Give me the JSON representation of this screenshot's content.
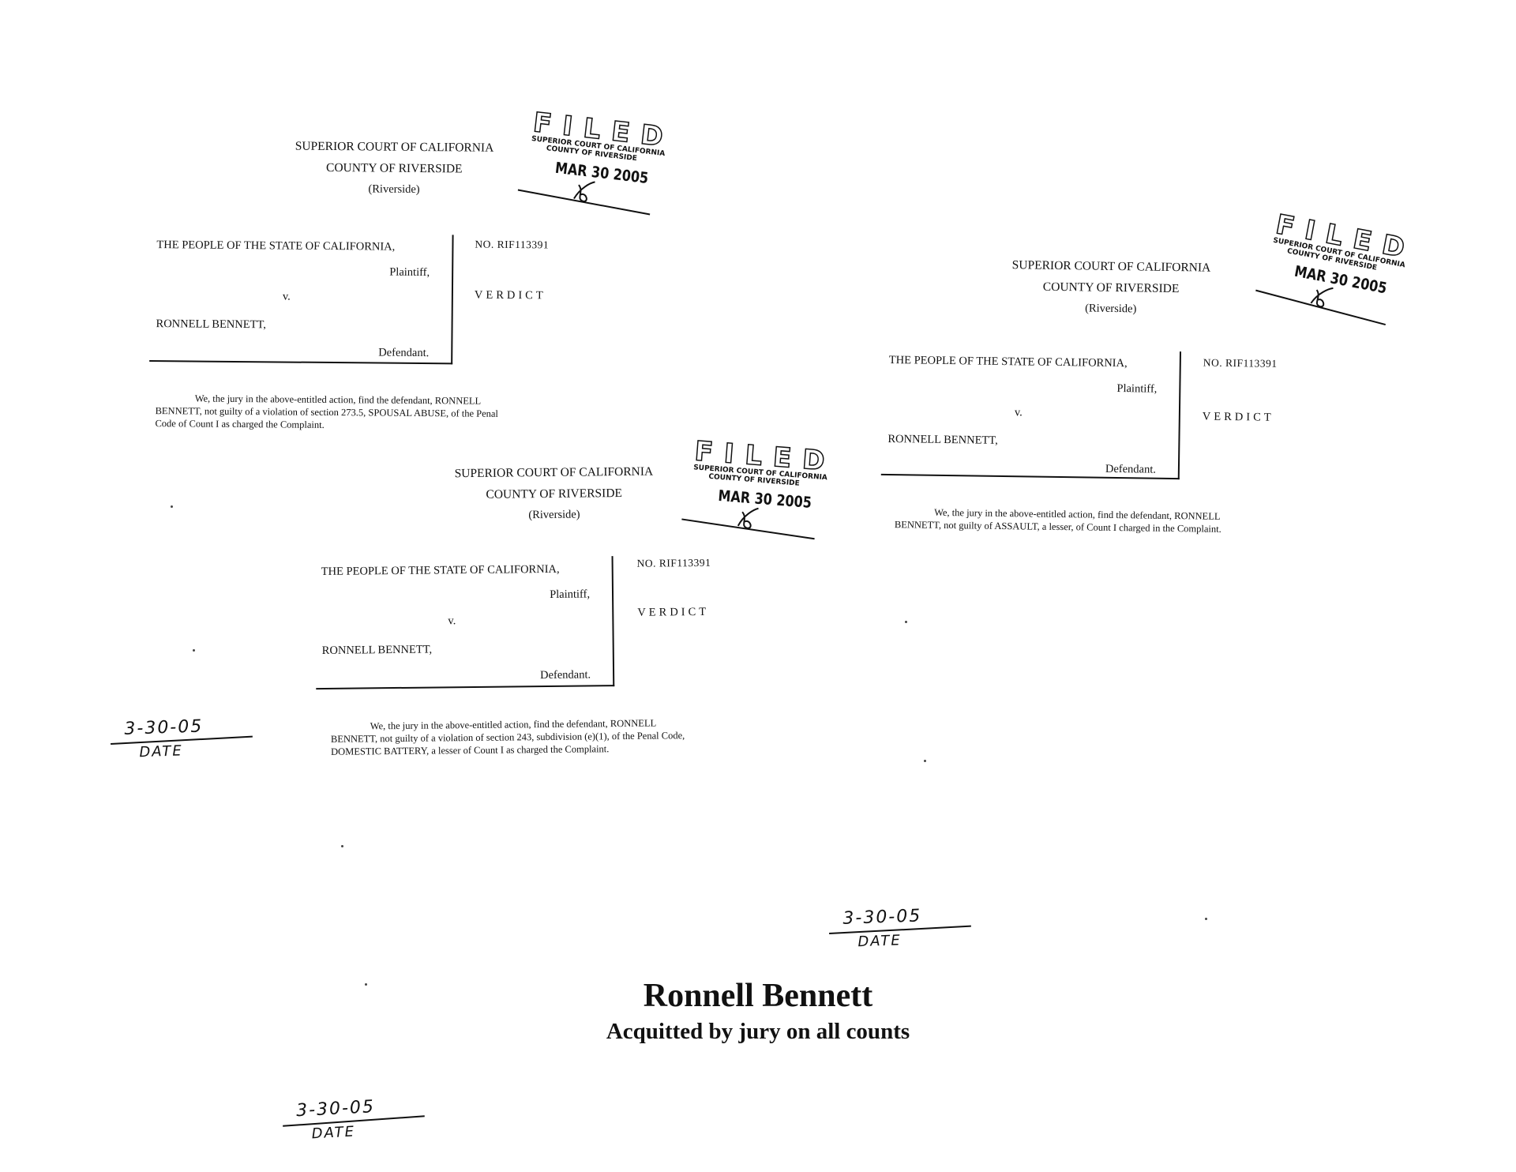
{
  "verdicts": [
    {
      "court": "SUPERIOR COURT OF CALIFORNIA",
      "county": "COUNTY OF RIVERSIDE",
      "venue": "(Riverside)",
      "people": "THE PEOPLE OF THE STATE OF CALIFORNIA,",
      "plaintiff_label": "Plaintiff,",
      "versus": "v.",
      "defendant_name": "RONNELL BENNETT,",
      "defendant_label": "Defendant.",
      "case_no": "NO. RIF113391",
      "title": "VERDICT",
      "text_lines": [
        "We, the jury in the above-entitled action, find the defendant, RONNELL",
        "BENNETT, not guilty of a violation of section 273.5, SPOUSAL ABUSE, of the Penal",
        "Code of Count I as charged the Complaint."
      ],
      "stamp": {
        "word": "FILED",
        "court": "SUPERIOR COURT OF CALIFORNIA",
        "county": "COUNTY OF RIVERSIDE",
        "date": "MAR 30 2005"
      },
      "signed_date": "3-30-05",
      "date_label": "DATE"
    },
    {
      "court": "SUPERIOR COURT OF CALIFORNIA",
      "county": "COUNTY OF RIVERSIDE",
      "venue": "(Riverside)",
      "people": "THE PEOPLE OF THE STATE OF CALIFORNIA,",
      "plaintiff_label": "Plaintiff,",
      "versus": "v.",
      "defendant_name": "RONNELL BENNETT,",
      "defendant_label": "Defendant.",
      "case_no": "NO. RIF113391",
      "title": "VERDICT",
      "text_lines": [
        "We, the jury in the above-entitled action, find the defendant, RONNELL",
        "BENNETT, not guilty of a violation of section 243, subdivision (e)(1), of the Penal Code,",
        "DOMESTIC BATTERY, a lesser of Count I as charged the Complaint."
      ],
      "stamp": {
        "word": "FILED",
        "court": "SUPERIOR COURT OF CALIFORNIA",
        "county": "COUNTY OF RIVERSIDE",
        "date": "MAR 30 2005"
      },
      "signed_date": "3-30-05",
      "date_label": "DATE"
    },
    {
      "court": "SUPERIOR COURT OF CALIFORNIA",
      "county": "COUNTY OF RIVERSIDE",
      "venue": "(Riverside)",
      "people": "THE PEOPLE OF THE STATE OF CALIFORNIA,",
      "plaintiff_label": "Plaintiff,",
      "versus": "v.",
      "defendant_name": "RONNELL BENNETT,",
      "defendant_label": "Defendant.",
      "case_no": "NO. RIF113391",
      "title": "VERDICT",
      "text_lines": [
        "We, the jury in the above-entitled action, find the defendant, RONNELL",
        "BENNETT, not guilty of ASSAULT, a lesser, of Count I charged in the Complaint."
      ],
      "stamp": {
        "word": "FILED",
        "court": "SUPERIOR COURT OF CALIFORNIA",
        "county": "COUNTY OF RIVERSIDE",
        "date": "MAR 30 2005"
      },
      "signed_date": "3-30-05",
      "date_label": "DATE"
    }
  ],
  "headline": {
    "name": "Ronnell Bennett",
    "tagline": "Acquitted by jury on all counts"
  }
}
